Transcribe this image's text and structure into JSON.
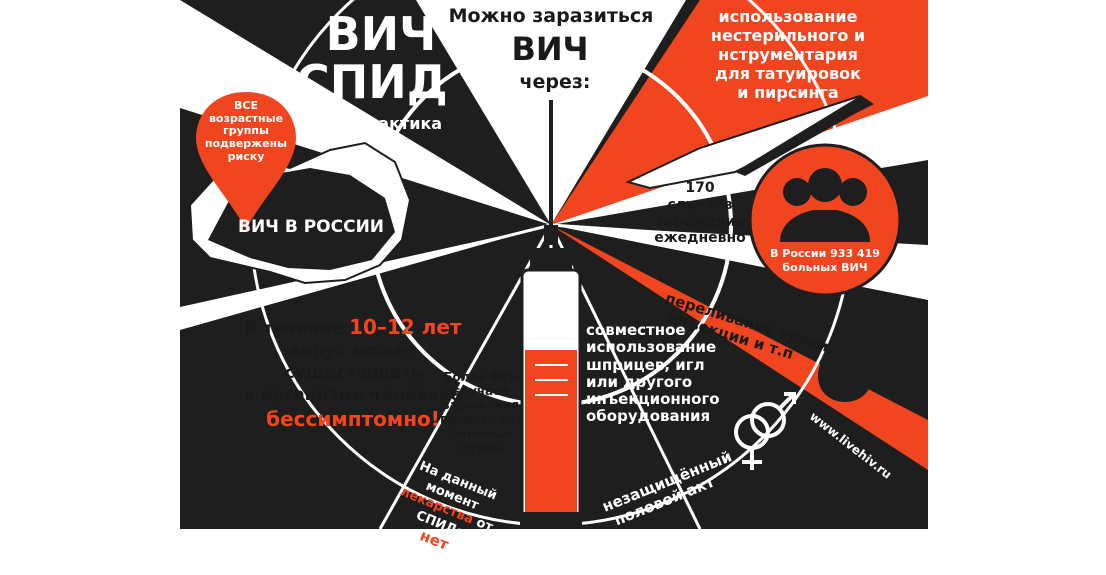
{
  "colors": {
    "accent_red": "#f0451e",
    "black": "#1e1e1e",
    "white": "#ffffff"
  },
  "header": {
    "title_line1": "Можно заразиться",
    "title_line2": "ВИЧ",
    "title_line3": "через:"
  },
  "brand": {
    "line1": "ВИЧ",
    "line2": "СПИД",
    "subtitle": "профилактика"
  },
  "pin": {
    "lines": [
      "ВСЕ",
      "возрастные",
      "группы",
      "подвержены",
      "риску"
    ],
    "icon": "map-pin-icon"
  },
  "russia": {
    "label": "ВИЧ В РОССИИ",
    "icon": "russia-map-icon"
  },
  "tattoo": {
    "lines": [
      "использование",
      "нестерильного и",
      "нструментария",
      "для татуировок",
      "и пирсинга"
    ],
    "icon": "scalpel-icon"
  },
  "daily": {
    "lines": [
      "170",
      "случаев",
      "заражения",
      "ежедневно"
    ]
  },
  "patients": {
    "line1": "В России 933 419",
    "line2": "больных ВИЧ",
    "icon": "people-group-icon"
  },
  "blood": {
    "line1": "переливание крови,",
    "line2": "инъекции и т.п",
    "icon": "blood-drop-icon"
  },
  "website": "www.livehiv.ru",
  "syringes": {
    "lines": [
      "совместное",
      "использование",
      "шприцев, игл",
      "или другого",
      "инъекционного",
      "оборудования"
    ],
    "icon": "syringe-icon"
  },
  "sexual": {
    "line1": "незащищённый",
    "line2": "половой акт",
    "icon": "gender-symbols-icon"
  },
  "latency": {
    "line1_prefix": "В течение ",
    "line1_highlight": "10–12 лет",
    "line2": "вирус может существовать",
    "line3": "в организме человека",
    "line4": "бессимптомно!"
  },
  "percent": {
    "lines": [
      "Более 40%",
      "случаев",
      "заражения",
      "происходит",
      "половым",
      "путём"
    ]
  },
  "cure": {
    "line1": "На данный момент",
    "line2_highlight": "лекарства",
    "line2_rest": " от СПИДа",
    "line3": "нет"
  }
}
